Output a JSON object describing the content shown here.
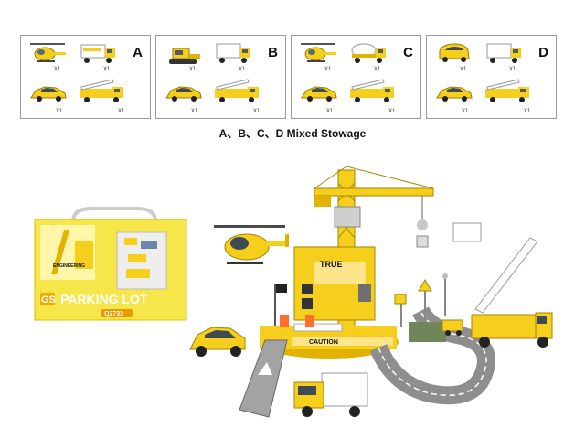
{
  "caption": "A、B、C、D Mixed Stowage",
  "panels": [
    {
      "letter": "A",
      "quantity_labels": [
        "X1",
        "X1",
        "X1",
        "X1"
      ],
      "toys": [
        "helicopter",
        "police truck",
        "sports car",
        "fire ladder truck"
      ]
    },
    {
      "letter": "B",
      "quantity_labels": [
        "X1",
        "X1",
        "X1",
        "X1"
      ],
      "toys": [
        "bulldozer",
        "box truck",
        "sports car",
        "fire ladder truck"
      ]
    },
    {
      "letter": "C",
      "quantity_labels": [
        "X1",
        "X1",
        "X1",
        "X1"
      ],
      "toys": [
        "helicopter",
        "mixer truck",
        "sports car",
        "fire ladder truck"
      ]
    },
    {
      "letter": "D",
      "quantity_labels": [
        "X1",
        "X1",
        "X1",
        "X1"
      ],
      "toys": [
        "compact car",
        "box truck",
        "sports car",
        "fire ladder truck"
      ]
    }
  ],
  "package": {
    "logo": "GS",
    "title": "PARKING LOT",
    "code": "Q2733",
    "side_text": "ENGINEERING"
  },
  "playset": {
    "sign_text": "CAUTION",
    "tower_text": "TRUE"
  },
  "colors": {
    "toy_yellow": "#f5cf1c",
    "deep_yellow": "#e2b200",
    "box_yellow": "#f7e64a",
    "road_gray": "#8e8e8e",
    "white": "#ffffff"
  }
}
